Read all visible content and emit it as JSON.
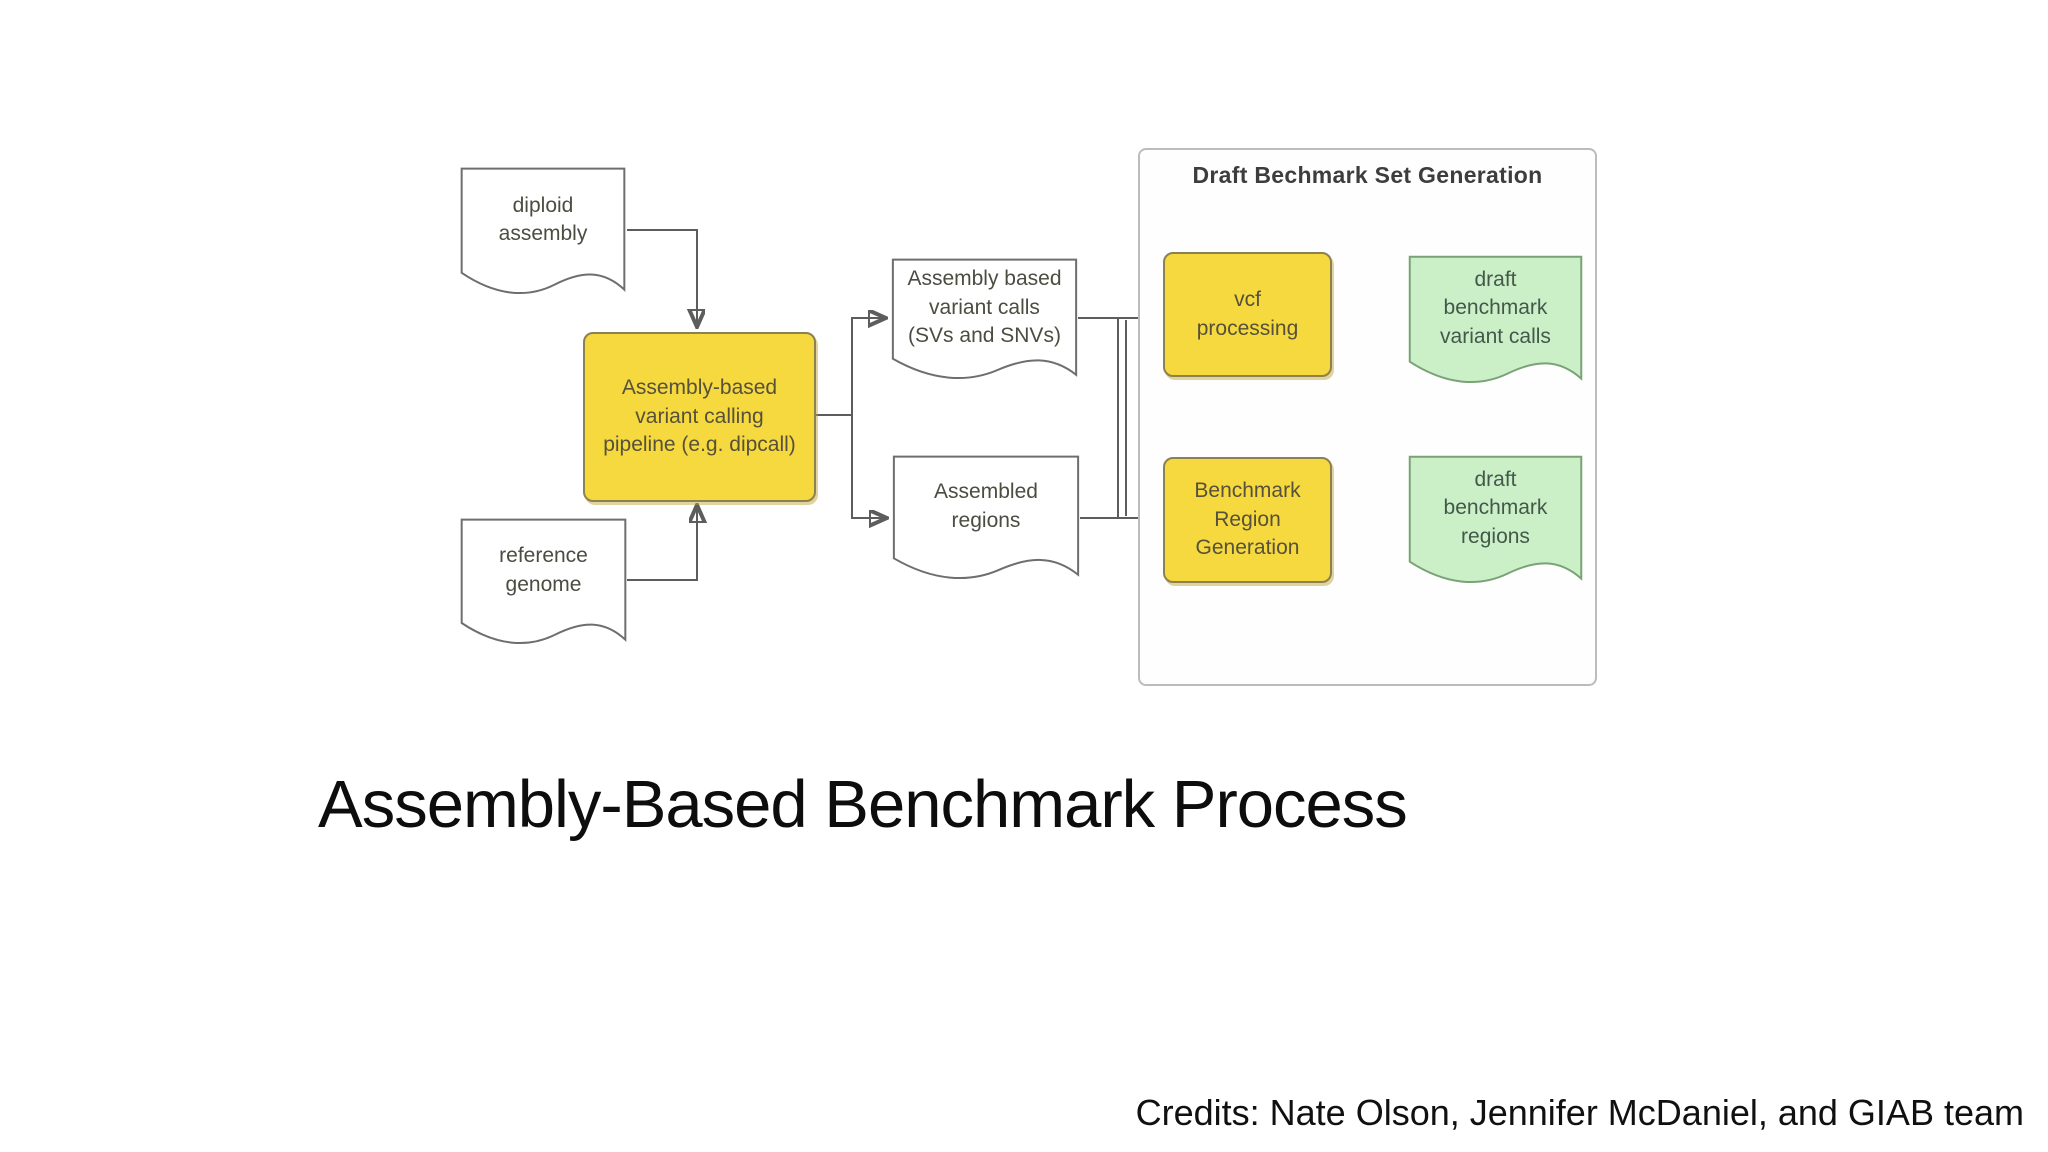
{
  "slide": {
    "title": "Assembly-Based Benchmark Process",
    "credits": "Credits: Nate Olson, Jennifer McDaniel, and GIAB team"
  },
  "diagram": {
    "group_title": "Draft Bechmark Set Generation",
    "nodes": {
      "diploid_assembly": {
        "label": "diploid\nassembly",
        "shape": "document",
        "fill": "#ffffff"
      },
      "reference_genome": {
        "label": "reference\ngenome",
        "shape": "document",
        "fill": "#ffffff"
      },
      "pipeline": {
        "label": "Assembly-based\nvariant calling\npipeline (e.g. dipcall)",
        "shape": "process",
        "fill": "#f6d83f"
      },
      "variant_calls": {
        "label": "Assembly based\nvariant calls\n(SVs and SNVs)",
        "shape": "document",
        "fill": "#ffffff"
      },
      "assembled_regions": {
        "label": "Assembled\nregions",
        "shape": "document",
        "fill": "#ffffff"
      },
      "vcf_processing": {
        "label": "vcf\nprocessing",
        "shape": "process",
        "fill": "#f6d83f"
      },
      "benchmark_region_generation": {
        "label": "Benchmark\nRegion\nGeneration",
        "shape": "process",
        "fill": "#f6d83f"
      },
      "draft_benchmark_variant_calls": {
        "label": "draft\nbenchmark\nvariant calls",
        "shape": "document",
        "fill": "#cbf0c8"
      },
      "draft_benchmark_regions": {
        "label": "draft\nbenchmark\nregions",
        "shape": "document",
        "fill": "#cbf0c8"
      }
    },
    "edges": [
      {
        "from": "diploid_assembly",
        "to": "pipeline"
      },
      {
        "from": "reference_genome",
        "to": "pipeline"
      },
      {
        "from": "pipeline",
        "to": "variant_calls"
      },
      {
        "from": "pipeline",
        "to": "assembled_regions"
      },
      {
        "from": "variant_calls",
        "to": "vcf_processing"
      },
      {
        "from": "assembled_regions",
        "to": "benchmark_region_generation"
      },
      {
        "from": "variant_calls",
        "to": "benchmark_region_generation"
      },
      {
        "from": "assembled_regions",
        "to": "vcf_processing"
      },
      {
        "from": "vcf_processing",
        "to": "draft_benchmark_variant_calls"
      },
      {
        "from": "benchmark_region_generation",
        "to": "draft_benchmark_regions"
      }
    ],
    "colors": {
      "process_fill": "#f6d83f",
      "output_fill": "#cbf0c8",
      "connector": "#5d5d5d",
      "group_border": "#bcbcbc"
    }
  }
}
